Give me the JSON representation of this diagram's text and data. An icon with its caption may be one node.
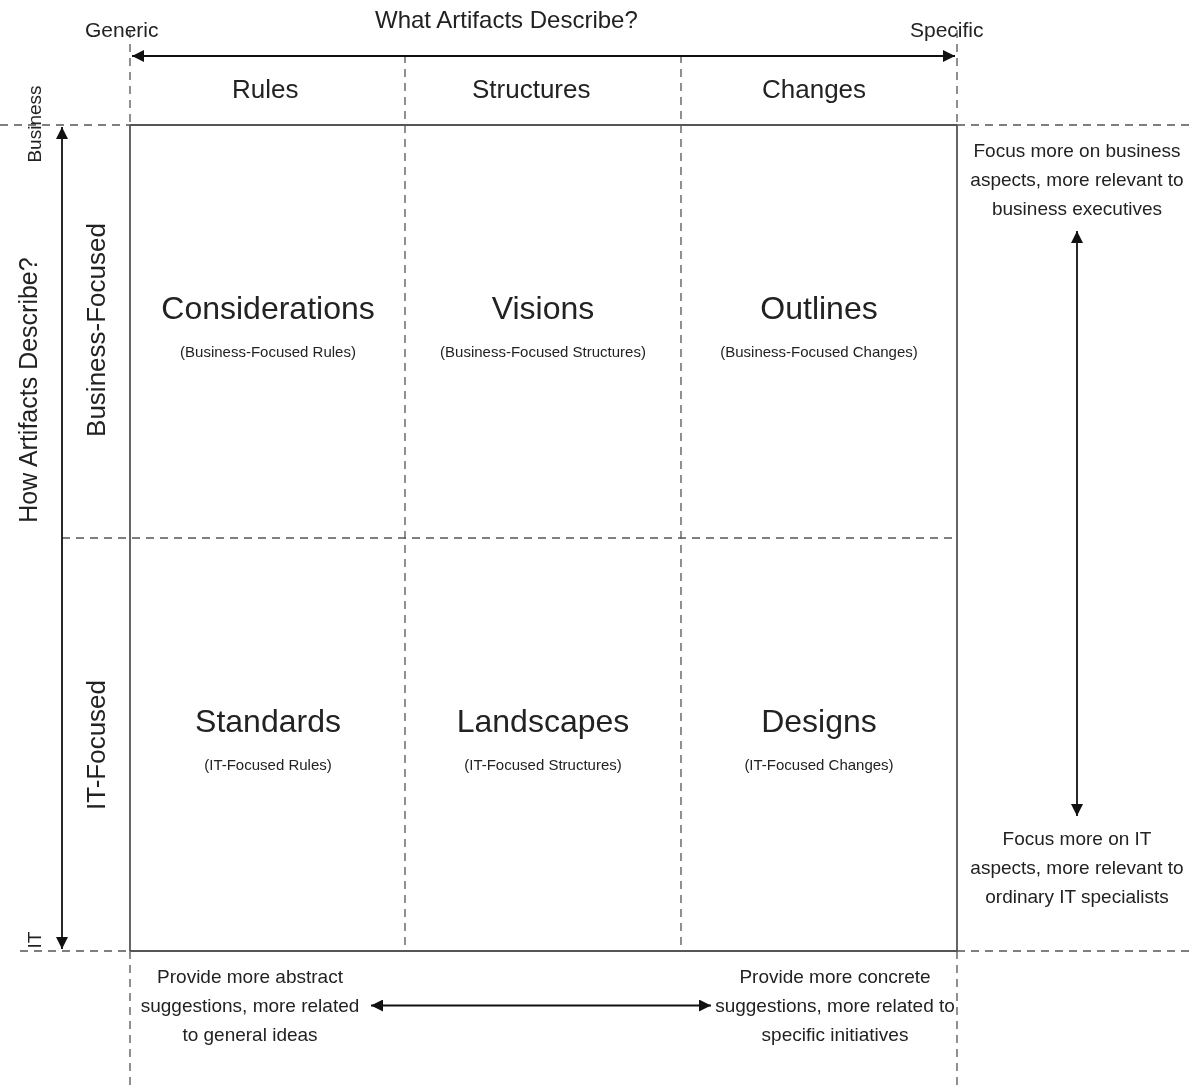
{
  "diagram": {
    "nodes": [
      {
        "text": [
          "Considerations",
          "(Business-Focused Rules)"
        ]
      },
      {
        "text": [
          "Visions",
          "(Business-Focused Structures)"
        ]
      },
      {
        "text": [
          "Outlines",
          "(Business-Focused Changes)"
        ]
      },
      {
        "text": [
          "Standards",
          "(IT-Focused Rules)"
        ]
      },
      {
        "text": [
          "Landscapes",
          "(IT-Focused Structures)"
        ]
      },
      {
        "text": [
          "Designs",
          "(IT-Focused Changes)"
        ]
      },
      {
        "text": [
          "Focus more on business aspects, more relevant to business executives"
        ]
      },
      {
        "text": [
          "Focus more on IT aspects, more relevant to ordinary IT specialists"
        ]
      },
      {
        "text": [
          "Provide more abstract suggestions, more related to general ideas"
        ]
      },
      {
        "text": [
          "Provide more concrete suggestions, more related to specific initiatives"
        ]
      }
    ],
    "edges": [
      {
        "from": 6,
        "to": 7,
        "arrow": "both"
      },
      {
        "from": 8,
        "to": 9,
        "arrow": "both"
      }
    ],
    "labels": [
      "Generic",
      "What Artifacts Describe?",
      "Specific",
      "Rules",
      "Structures",
      "Changes",
      "Business",
      "IT",
      "How Artifacts Describe?",
      "Business-Focused",
      "IT-Focused"
    ]
  }
}
